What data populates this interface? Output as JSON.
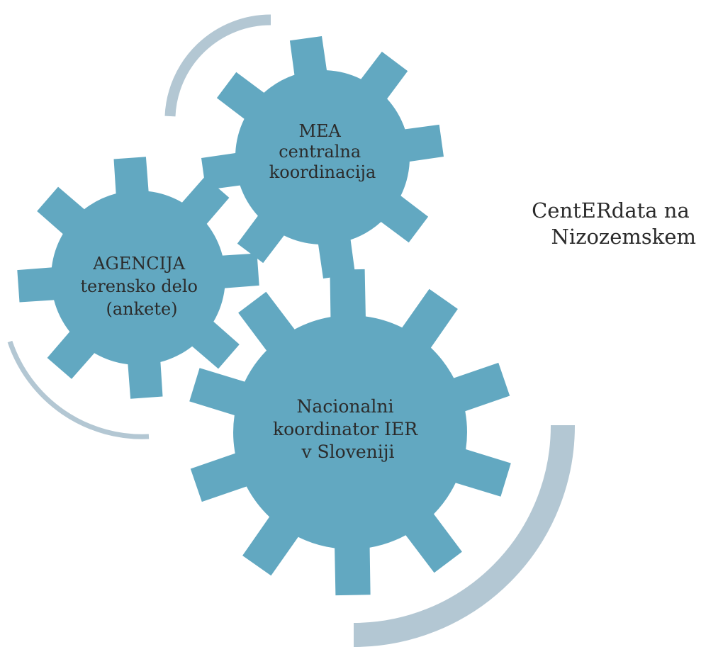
{
  "colors": {
    "gear_fill": "#62a8c1",
    "arc_stroke": "#b3c7d3",
    "text": "#2b2b2b",
    "background": "#ffffff"
  },
  "gears": {
    "top": {
      "lines": [
        "MEA",
        "centralna",
        "koordinacija"
      ]
    },
    "left": {
      "lines": [
        "AGENCIJA",
        "terensko delo",
        "(ankete)"
      ]
    },
    "bottom": {
      "lines": [
        "Nacionalni",
        "koordinator IER",
        "v Sloveniji"
      ]
    }
  },
  "outer_label": {
    "lines": [
      "CentERdata na",
      "Nizozemskem"
    ]
  }
}
